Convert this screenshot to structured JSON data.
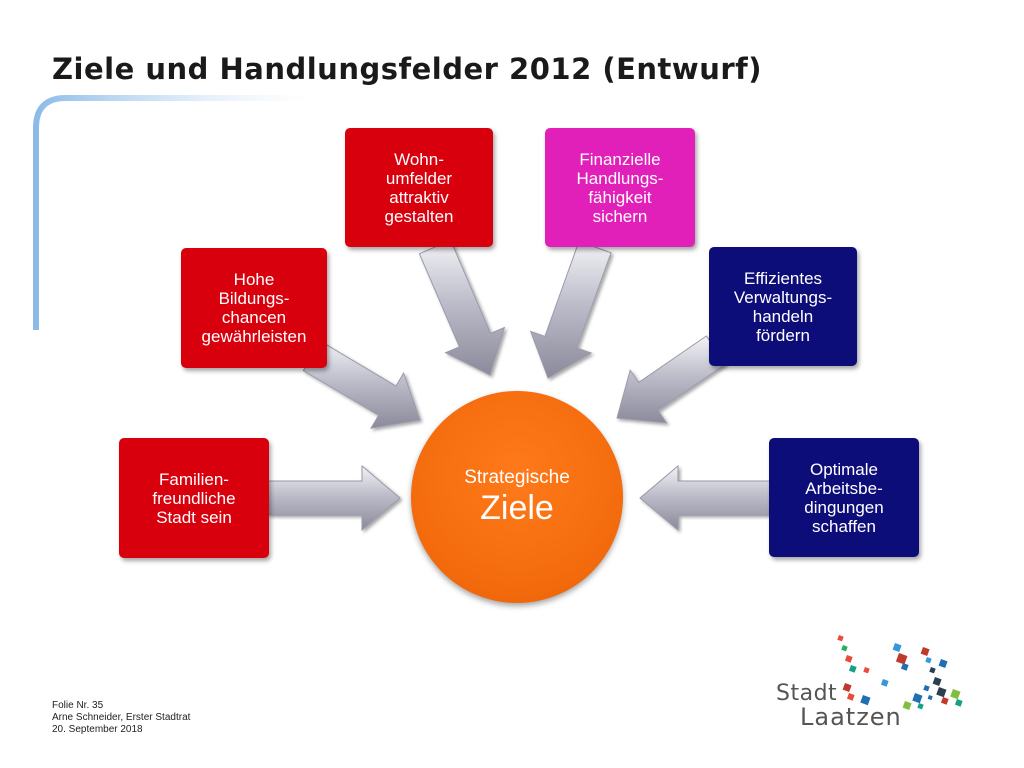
{
  "title": "Ziele und Handlungsfelder 2012  (Entwurf)",
  "center": {
    "line1": "Strategische",
    "line2": "Ziele",
    "color": "#f26a0c"
  },
  "fields": [
    {
      "id": "familie",
      "label": "Familien-\nfreundliche\nStadt sein",
      "color": "#d9000d"
    },
    {
      "id": "bildung",
      "label": "Hohe\nBildungs-\nchancen\ngewährleisten",
      "color": "#d9000d"
    },
    {
      "id": "wohn",
      "label": "Wohn-\numfelder\nattraktiv\ngestalten",
      "color": "#d9000d"
    },
    {
      "id": "finanz",
      "label": "Finanzielle\nHandlungs-\nfähigkeit\nsichern",
      "color": "#e020b8"
    },
    {
      "id": "verwaltung",
      "label": "Effizientes\nVerwaltungs-\nhandeln\nfördern",
      "color": "#0d0d7a"
    },
    {
      "id": "arbeit",
      "label": "Optimale\nArbeitsbe-\ndingungen\nschaffen",
      "color": "#0d0d7a"
    }
  ],
  "footer": {
    "slide": "Folie Nr. 35",
    "author": "Arne Schneider, Erster Stadtrat",
    "date": "20. September 2018"
  },
  "logo": {
    "word1": "Stadt",
    "word2": "Laatzen"
  }
}
